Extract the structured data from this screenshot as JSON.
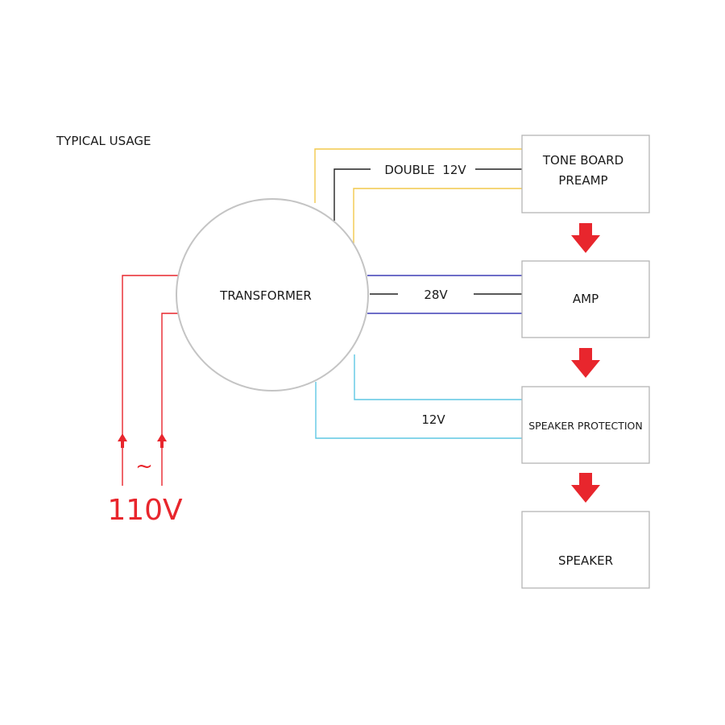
{
  "title": "TYPICAL USAGE",
  "transformer": {
    "label": "TRANSFORMER"
  },
  "blocks": {
    "tone_board": {
      "line1": "TONE BOARD",
      "line2": "PREAMP"
    },
    "amp": {
      "label": "AMP"
    },
    "speaker_protection": {
      "label": "SPEAKER PROTECTION"
    },
    "speaker": {
      "label": "SPEAKER"
    }
  },
  "wire_labels": {
    "double_12v": "DOUBLE  12V",
    "v28": "28V",
    "v12": "12V"
  },
  "input": {
    "tilde": "~",
    "voltage": "110V"
  },
  "colors": {
    "yellow_wire": "#f2c94c",
    "black_wire": "#222222",
    "blue_wire": "#3f3fb5",
    "cyan_wire": "#5fc7e3",
    "red": "#e8262d",
    "box_border": "#b5b5b5"
  }
}
